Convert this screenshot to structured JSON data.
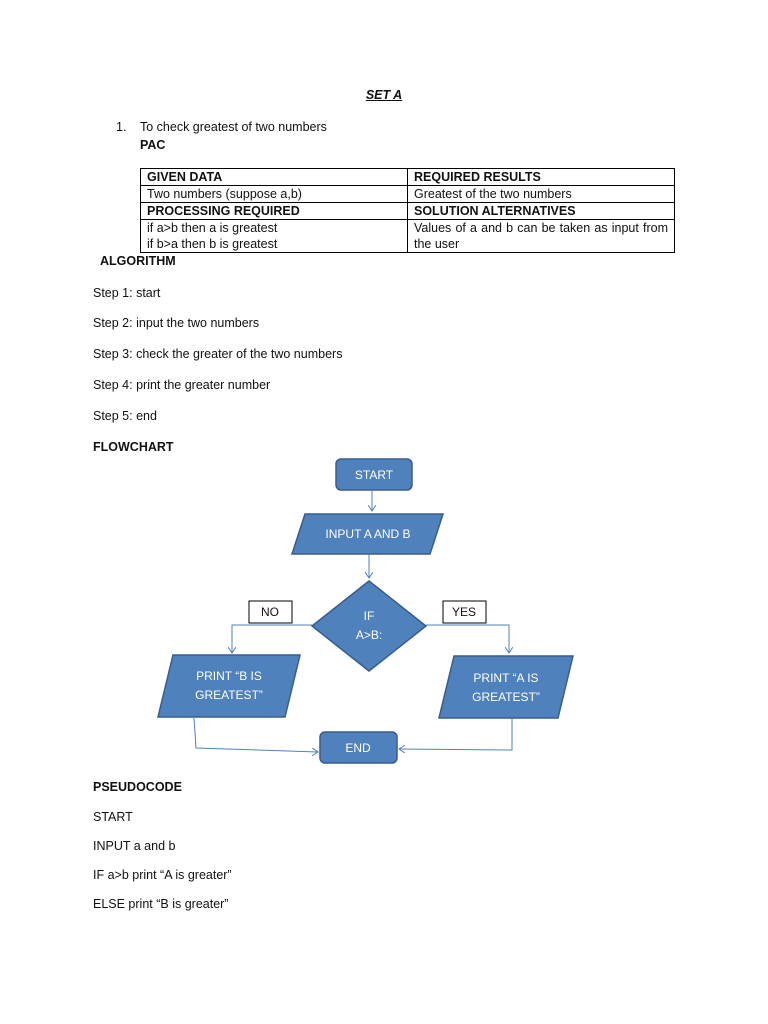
{
  "doc": {
    "set_title": "SET A",
    "question_number": "1.",
    "question": "To check greatest of two numbers",
    "pac_heading": "PAC"
  },
  "pac_table": {
    "given_data_header": "GIVEN DATA",
    "required_results_header": "REQUIRED RESULTS",
    "given_data_value": "Two numbers (suppose a,b)",
    "required_results_value": "Greatest of the two numbers",
    "processing_header": "PROCESSING REQUIRED",
    "solution_header": "SOLUTION ALTERNATIVES",
    "processing_lines": [
      "if a>b then a is greatest",
      "if b>a then b is greatest"
    ],
    "solution_value": "Values of a and b can be taken as input from the user"
  },
  "algorithm": {
    "heading": "ALGORITHM",
    "steps": [
      "Step 1: start",
      "Step 2: input the two numbers",
      "Step 3: check the greater of the two numbers",
      "Step 4: print the greater number",
      "Step 5: end"
    ]
  },
  "flowchart": {
    "heading": "FLOWCHART",
    "start": "START",
    "input": "INPUT A AND B",
    "decision_line1": "IF",
    "decision_line2": "A>B:",
    "no_label": "NO",
    "yes_label": "YES",
    "print_b_line1": "PRINT “B IS",
    "print_b_line2": "GREATEST”",
    "print_a_line1": "PRINT “A IS",
    "print_a_line2": "GREATEST”",
    "end": "END",
    "colors": {
      "shape_fill": "#4f81bd",
      "shape_stroke": "#385d8a",
      "connector": "#4f81bd"
    }
  },
  "pseudocode": {
    "heading": "PSEUDOCODE",
    "lines": [
      "START",
      "INPUT a and b",
      "IF a>b print “A is greater”",
      "ELSE print “B is greater”"
    ]
  }
}
